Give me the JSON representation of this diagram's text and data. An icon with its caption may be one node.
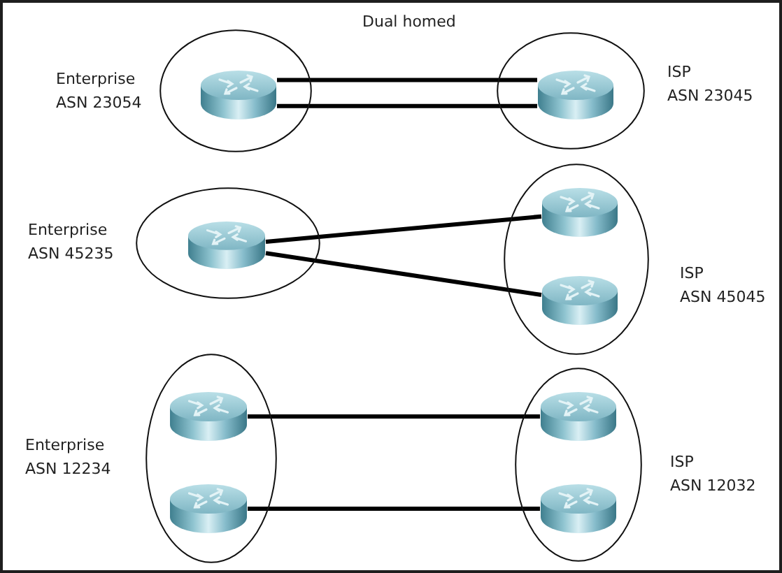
{
  "diagram": {
    "title": "Dual homed",
    "nodes": [
      {
        "text": [],
        "shape": "ellipse",
        "beside": [
          "Enterprise ASN 23054"
        ]
      },
      {
        "text": [],
        "shape": "picture",
        "in": 0
      },
      {
        "text": [],
        "shape": "ellipse",
        "beside": [
          "ISP ASN 23045"
        ]
      },
      {
        "text": [],
        "shape": "picture",
        "in": 2
      },
      {
        "text": [],
        "shape": "ellipse",
        "beside": [
          "Enterprise ASN 45235"
        ]
      },
      {
        "text": [],
        "shape": "picture",
        "in": 4
      },
      {
        "text": [],
        "shape": "ellipse",
        "beside": [
          "ISP ASN 45045"
        ]
      },
      {
        "text": [],
        "shape": "picture",
        "in": 6
      },
      {
        "text": [],
        "shape": "picture",
        "in": 6
      },
      {
        "text": [],
        "shape": "ellipse",
        "beside": [
          "Enterprise ASN 12234"
        ]
      },
      {
        "text": [],
        "shape": "picture",
        "in": 9
      },
      {
        "text": [],
        "shape": "picture",
        "in": 9
      },
      {
        "text": [],
        "shape": "ellipse",
        "beside": [
          "ISP ASN 12032"
        ]
      },
      {
        "text": [],
        "shape": "picture",
        "in": 12
      },
      {
        "text": [],
        "shape": "picture",
        "in": 12
      }
    ],
    "edges": [
      {
        "from": 1,
        "to": 3,
        "arrow": "none"
      },
      {
        "from": 1,
        "to": 3,
        "arrow": "none"
      },
      {
        "from": 5,
        "to": 7,
        "arrow": "none"
      },
      {
        "from": 5,
        "to": 8,
        "arrow": "none"
      },
      {
        "from": 10,
        "to": 13,
        "arrow": "none"
      },
      {
        "from": 11,
        "to": 14,
        "arrow": "none"
      }
    ]
  }
}
